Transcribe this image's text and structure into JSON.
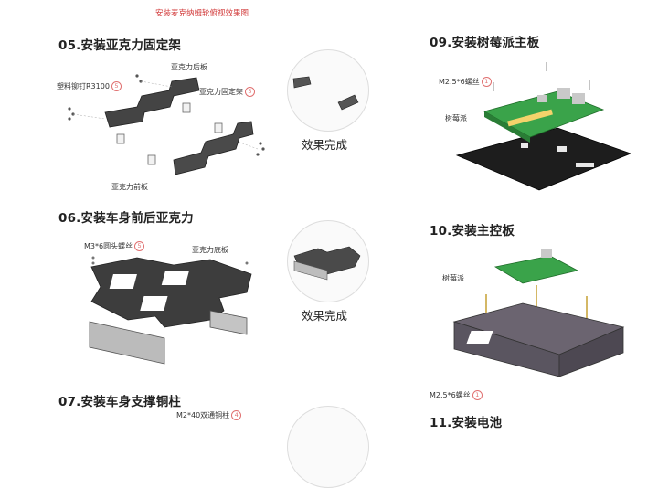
{
  "top_caption": "安装麦克纳姆轮俯视效果图",
  "step05": {
    "title": "05.安装亚克力固定架",
    "labels": {
      "rivet": "塑料铆钉R3100",
      "rivet_num": "5",
      "back_plate": "亚克力后板",
      "fixing_frame": "亚克力固定架",
      "fixing_num": "5",
      "front_plate": "亚克力前板"
    },
    "done": "效果完成"
  },
  "step06": {
    "title": "06.安装车身前后亚克力",
    "labels": {
      "screw": "M3*6圆头螺丝",
      "screw_num": "5",
      "bottom_plate": "亚克力底板"
    },
    "done": "效果完成"
  },
  "step07": {
    "title": "07.安装车身支撑铜柱",
    "labels": {
      "pillar": "M2*40双通铜柱",
      "pillar_num": "4"
    }
  },
  "step09": {
    "title": "09.安装树莓派主板",
    "labels": {
      "screw": "M2.5*6螺丝",
      "screw_num": "1",
      "raspberry": "树莓派"
    }
  },
  "step10": {
    "title": "10.安装主控板",
    "labels": {
      "raspberry": "树莓派",
      "screw": "M2.5*6螺丝",
      "screw_num": "1"
    }
  },
  "step11": {
    "title": "11.安装电池"
  }
}
